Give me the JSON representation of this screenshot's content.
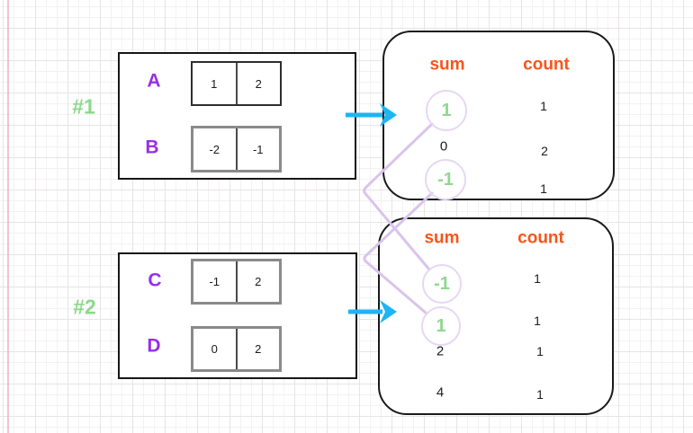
{
  "diagram": {
    "description": "Two pairs of arrays with their pair-sum frequency tables; matching complementary sums are circled and connected",
    "colors": {
      "array_label_purple": "#9a2ee6",
      "group_label_green": "#8cd88c",
      "table_header_orange": "#f9541b",
      "sum_highlight_green": "#8fd88f",
      "connector_lavender": "#d9c4ec",
      "circle_lavender": "#e6d7f3",
      "arrow_blue": "#1db5f3",
      "text_black": "#1c1c1c"
    },
    "groups": [
      {
        "label": "#1",
        "arrays": [
          {
            "name": "A",
            "cells": [
              "1",
              "2"
            ]
          },
          {
            "name": "B",
            "cells": [
              "-2",
              "-1"
            ]
          }
        ],
        "table": {
          "sum_header": "sum",
          "count_header": "count",
          "rows": [
            {
              "sum": "1",
              "count": "1",
              "circled": true
            },
            {
              "sum": "0",
              "count": "2",
              "circled": false
            },
            {
              "sum": "-1",
              "count": "1",
              "circled": true
            }
          ]
        }
      },
      {
        "label": "#2",
        "arrays": [
          {
            "name": "C",
            "cells": [
              "-1",
              "2"
            ]
          },
          {
            "name": "D",
            "cells": [
              "0",
              "2"
            ]
          }
        ],
        "table": {
          "sum_header": "sum",
          "count_header": "count",
          "rows": [
            {
              "sum": "-1",
              "count": "1",
              "circled": true
            },
            {
              "sum": "1",
              "count": "1",
              "circled": true
            },
            {
              "sum": "2",
              "count": "1",
              "circled": false
            },
            {
              "sum": "4",
              "count": "1",
              "circled": false
            }
          ]
        }
      }
    ],
    "connections": [
      {
        "from_group": "#1",
        "from_sum": "1",
        "to_group": "#2",
        "to_sum": "-1"
      },
      {
        "from_group": "#1",
        "from_sum": "-1",
        "to_group": "#2",
        "to_sum": "1"
      }
    ]
  }
}
